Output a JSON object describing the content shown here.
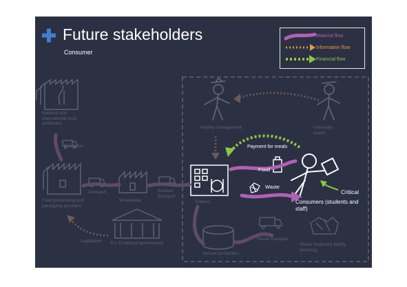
{
  "header": {
    "title": "Future stakeholders",
    "subtitle": "Consumer"
  },
  "legend": {
    "material": "Material flow",
    "information": "Information flow",
    "financial": "Financial flow"
  },
  "colors": {
    "background": "#2b3042",
    "material": "#b061b4",
    "information": "#e39a45",
    "financial": "#8ec63f",
    "dim": "#5d6275",
    "accent": "#3f7fd0"
  },
  "nodes": {
    "food_producers": "National and international food producers",
    "transport_1": "Transport",
    "food_processing": "Food processing and packaging providers",
    "transport_2": "Transport",
    "wholesaler": "Wholesaler",
    "transport_3": "Sodexo transport",
    "legislation": "Legislation",
    "government": "EU & national government",
    "facility": "Facility management",
    "university": "University board",
    "payment": "Payment for meals",
    "food": "Food",
    "sodexo": "Sodexo",
    "waste": "Waste",
    "consumers": "Consumers (students and staff)",
    "critical": "Critical",
    "waste_transport": "Waste transport",
    "biofuel": "Biofuel production",
    "waste_treatment": "Waste treatment facility (burning)"
  }
}
